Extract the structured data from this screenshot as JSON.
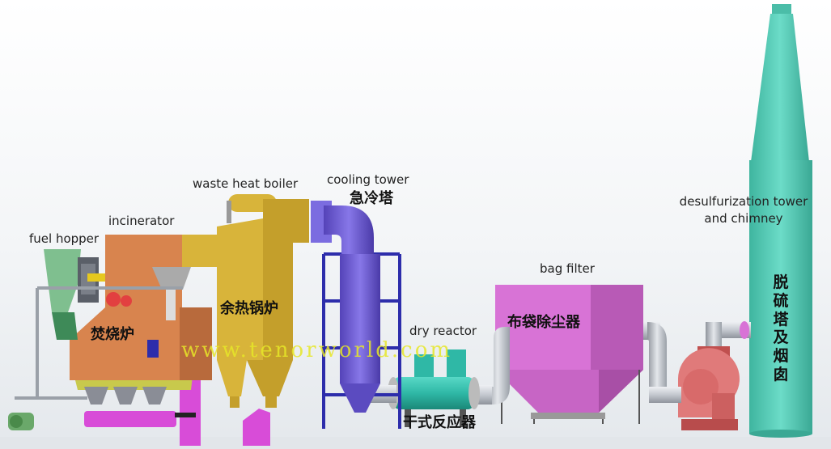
{
  "labels": {
    "fuel_hopper": "fuel hopper",
    "incinerator": "incinerator",
    "waste_heat_boiler": "waste heat boiler",
    "cooling_tower": "cooling tower",
    "cooling_tower_cn": "急冷塔",
    "dry_reactor": "dry reactor",
    "dry_reactor_cn": "干式反应器",
    "bag_filter": "bag filter",
    "bag_filter_cn": "布袋除尘器",
    "desulf_line1": "desulfurization tower",
    "desulf_line2": "and chimney",
    "incinerator_cn": "焚烧炉",
    "boiler_cn": "余热锅炉",
    "chimney_cn": "脱硫塔及烟囱"
  },
  "watermark": "www.tenorworld.com",
  "colors": {
    "incinerator": "#d8844e",
    "hopper": "#7fbf8f",
    "boiler": "#d8b43a",
    "cooling_tower": "#6e5ed4",
    "dry_reactor": "#2fb8a6",
    "bag_filter": "#d873d6",
    "fan": "#e07a7a",
    "chimney": "#54c8b4",
    "duct": "#c9ccd2",
    "frame": "#2d2dab",
    "ash_conveyor": "#d84cd8"
  }
}
